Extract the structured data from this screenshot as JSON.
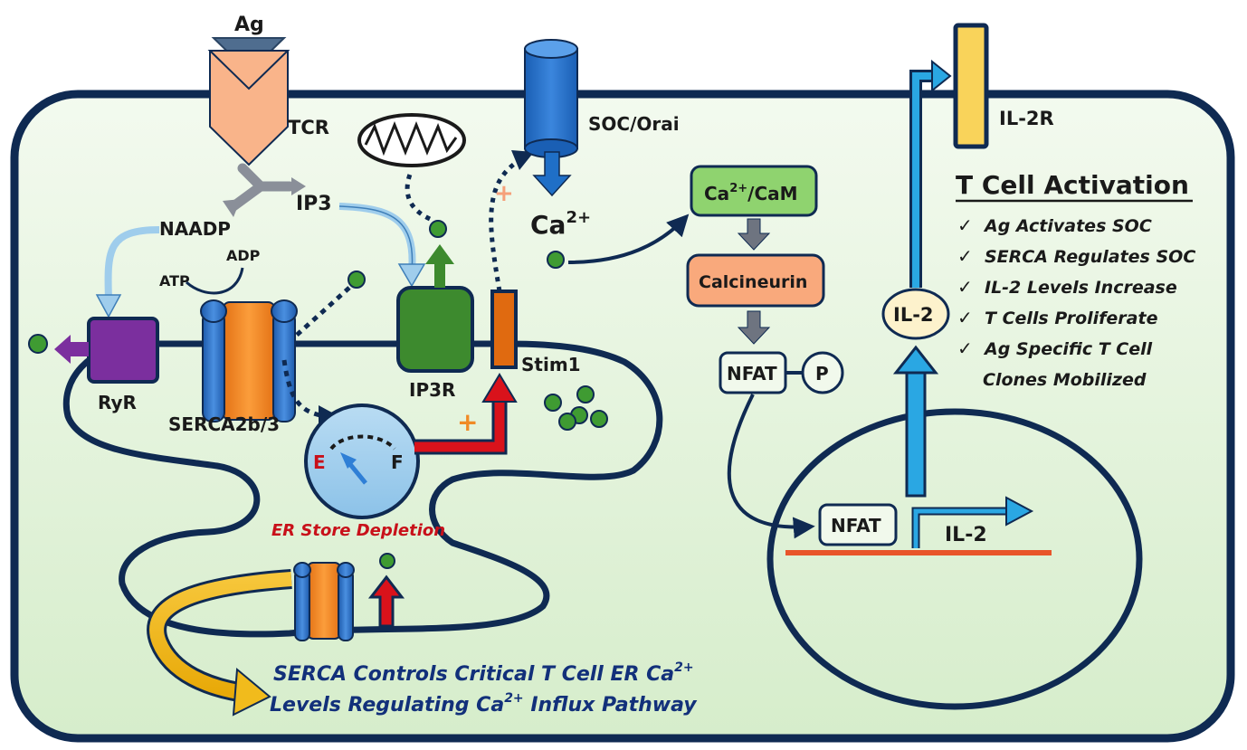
{
  "labels": {
    "ag": "Ag",
    "tcr": "TCR",
    "ip3": "IP3",
    "naadp": "NAADP",
    "adp": "ADP",
    "atp": "ATP",
    "ryr": "RyR",
    "serca": "SERCA2b/3",
    "ip3r": "IP3R",
    "stim1": "Stim1",
    "soc": "SOC/Orai",
    "ca_base": "Ca",
    "ca_sup": "2+",
    "cam_base": "Ca",
    "cam_sup": "2+",
    "cam_rest": "/CaM",
    "calcineurin": "Calcineurin",
    "nfat_cyto": "NFAT",
    "p": "P",
    "nfat_nuc": "NFAT",
    "il2_gene": "IL-2",
    "il2_vesicle": "IL-2",
    "il2r": "IL-2R",
    "gauge_e": "E",
    "gauge_f": "F",
    "er_depletion": "ER Store Depletion",
    "plus": "+"
  },
  "panel": {
    "title": "T Cell Activation",
    "check": "✓",
    "items": [
      {
        "lines": [
          "Ag Activates SOC"
        ]
      },
      {
        "lines": [
          "SERCA Regulates SOC"
        ]
      },
      {
        "lines": [
          "IL-2 Levels Increase"
        ]
      },
      {
        "lines": [
          "T Cells Proliferate"
        ]
      },
      {
        "lines": [
          "Ag Specific T Cell",
          "Clones Mobilized"
        ]
      }
    ]
  },
  "caption": {
    "line1_a": "SERCA Controls Critical T Cell ER Ca",
    "line1_sup": "2+",
    "line2_a": "Levels Regulating Ca",
    "line2_sup": "2+",
    "line2_b": " Influx Pathway"
  },
  "colors": {
    "cell_fill_top": "#f1f9ec",
    "cell_fill_bottom": "#d7eecd",
    "outline": "#0f2a52",
    "tcr": "#f9b48a",
    "ag": "#4f6d8f",
    "ryr": "#7b2f9e",
    "ip3r": "#3d8a2e",
    "stim1": "#e06a10",
    "soc": "#1f6fc7",
    "cam": "#8fd36f",
    "calcineurin": "#f9a97c",
    "il2r": "#f9d35a",
    "serca_blue": "#2f6fc5",
    "serca_orange": "#f08a26",
    "arrow_light": "#9fcdec",
    "arrow_cyan": "#2aa7e3",
    "arrow_red": "#d9121b",
    "ca_dot": "#3f9b32",
    "accent_red": "#c8101a",
    "caption_blue": "#12307a"
  }
}
